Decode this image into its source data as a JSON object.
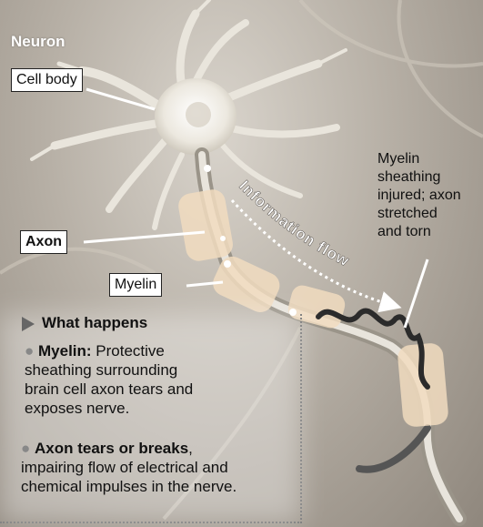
{
  "title": "Neuron",
  "labels": {
    "cell_body": "Cell body",
    "axon": "Axon",
    "myelin": "Myelin",
    "information_flow": "Information flow",
    "injury_note": [
      "Myelin",
      "sheathing",
      "injured; axon",
      "stretched",
      "and torn"
    ]
  },
  "what_happens": {
    "heading": "What happens",
    "items": [
      {
        "bold": "Myelin:",
        "text": " Protective",
        "lines": [
          "sheathing surrounding",
          "brain cell axon tears and",
          "exposes nerve."
        ]
      },
      {
        "bold": "Axon tears or breaks",
        "text": ",",
        "lines": [
          "impairing flow of electrical and",
          "chemical impulses in the nerve."
        ]
      }
    ]
  },
  "colors": {
    "myelin": "#f1dcc0",
    "cell": "#f4f1ea",
    "axon_dark": "#2b2b2b",
    "flow_arrow": "#ffffff"
  }
}
